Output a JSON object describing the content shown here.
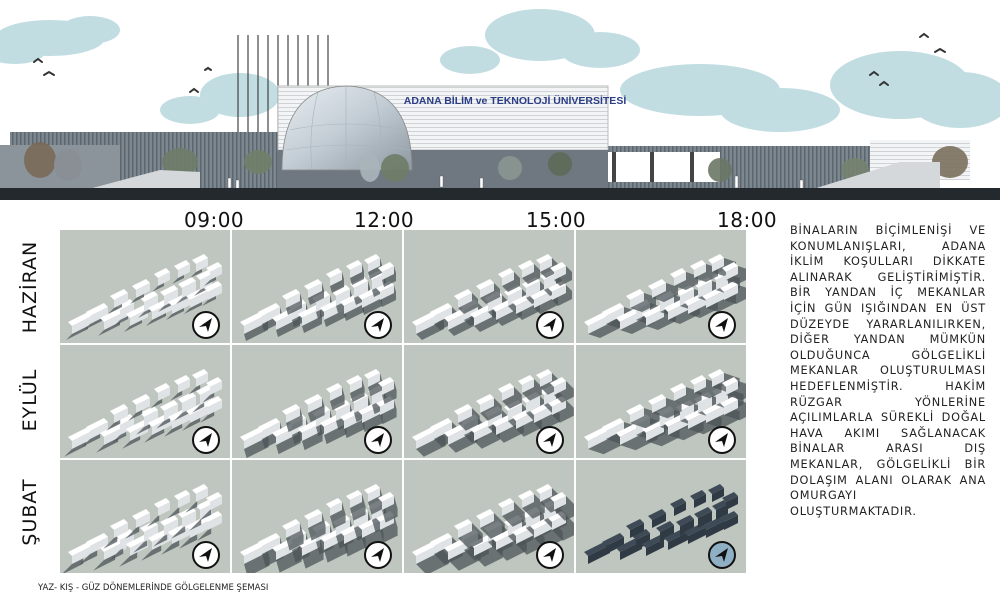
{
  "elevation": {
    "sign_text": "ADANA BİLİM ve TEKNOLOJİ ÜNİVERSİTESİ"
  },
  "diagram": {
    "times": [
      "09:00",
      "12:00",
      "15:00",
      "18:00"
    ],
    "months": [
      "HAZİRAN",
      "EYLÜL",
      "ŞUBAT"
    ],
    "colors": {
      "ground": "#bfc6bf",
      "building_top": "#ffffff",
      "building_side": "#dfe3e6",
      "shadow": "#4c5458",
      "night_building": "#2f3a44",
      "compass_fill": "#ffffff",
      "compass_fill_night": "#8fb0c4"
    }
  },
  "description": "BİNALARIN BİÇİMLENİŞİ VE KONUMLANIŞLARI, ADANA İKLİM KOŞULLARI DİKKATE ALINARAK GELİŞTİRİMİŞTİR. BİR YANDAN İÇ MEKANLAR İÇİN GÜN IŞIĞINDAN EN ÜST DÜZEYDE YARARLANILIRKEN, DİĞER YANDAN MÜMKÜN OLDUĞUNCA GÖLGELİKLİ MEKANLAR OLUŞTURULMASI HEDEFLENMİŞTİR. HAKİM RÜZGAR YÖNLERİNE AÇILIMLARLA SÜREKLİ DOĞAL HAVA AKIMI SAĞLANACAK BİNALAR ARASI DIŞ MEKANLAR, GÖLGELİKLİ BİR DOLAŞIM ALANI OLARAK ANA OMURGAYI OLUŞTURMAKTADIR.",
  "caption": "YAZ- KIŞ - GÜZ DÖNEMLERİNDE GÖLGELENME ŞEMASI"
}
